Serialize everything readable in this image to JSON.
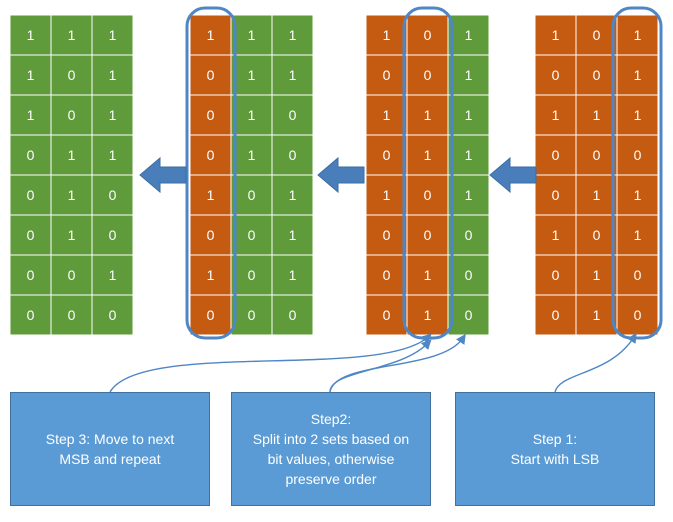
{
  "colors": {
    "green": "#5f9a3b",
    "orange": "#c55a11",
    "outline": "#4f86c6",
    "arrow": "#4a7ebb",
    "box": "#5b9bd5",
    "text": "#ffffff"
  },
  "tables": [
    {
      "id": "table-sorted-result",
      "rows": [
        [
          "1",
          "1",
          "1"
        ],
        [
          "1",
          "0",
          "1"
        ],
        [
          "1",
          "0",
          "1"
        ],
        [
          "0",
          "1",
          "1"
        ],
        [
          "0",
          "1",
          "0"
        ],
        [
          "0",
          "1",
          "0"
        ],
        [
          "0",
          "0",
          "1"
        ],
        [
          "0",
          "0",
          "0"
        ]
      ],
      "colors": [
        [
          "green",
          "green",
          "green"
        ],
        [
          "green",
          "green",
          "green"
        ],
        [
          "green",
          "green",
          "green"
        ],
        [
          "green",
          "green",
          "green"
        ],
        [
          "green",
          "green",
          "green"
        ],
        [
          "green",
          "green",
          "green"
        ],
        [
          "green",
          "green",
          "green"
        ],
        [
          "green",
          "green",
          "green"
        ]
      ]
    },
    {
      "id": "table-after-step-2",
      "rows": [
        [
          "1",
          "1",
          "1"
        ],
        [
          "0",
          "1",
          "1"
        ],
        [
          "0",
          "1",
          "0"
        ],
        [
          "0",
          "1",
          "0"
        ],
        [
          "1",
          "0",
          "1"
        ],
        [
          "0",
          "0",
          "1"
        ],
        [
          "1",
          "0",
          "1"
        ],
        [
          "0",
          "0",
          "0"
        ]
      ],
      "colors": [
        [
          "orange",
          "green",
          "green"
        ],
        [
          "orange",
          "green",
          "green"
        ],
        [
          "orange",
          "green",
          "green"
        ],
        [
          "orange",
          "green",
          "green"
        ],
        [
          "orange",
          "green",
          "green"
        ],
        [
          "orange",
          "green",
          "green"
        ],
        [
          "orange",
          "green",
          "green"
        ],
        [
          "orange",
          "green",
          "green"
        ]
      ]
    },
    {
      "id": "table-after-step-1",
      "rows": [
        [
          "1",
          "0",
          "1"
        ],
        [
          "0",
          "0",
          "1"
        ],
        [
          "1",
          "1",
          "1"
        ],
        [
          "0",
          "1",
          "1"
        ],
        [
          "1",
          "0",
          "1"
        ],
        [
          "0",
          "0",
          "0"
        ],
        [
          "0",
          "1",
          "0"
        ],
        [
          "0",
          "1",
          "0"
        ]
      ],
      "colors": [
        [
          "orange",
          "orange",
          "green"
        ],
        [
          "orange",
          "orange",
          "green"
        ],
        [
          "orange",
          "orange",
          "green"
        ],
        [
          "orange",
          "orange",
          "green"
        ],
        [
          "orange",
          "orange",
          "green"
        ],
        [
          "orange",
          "orange",
          "green"
        ],
        [
          "orange",
          "orange",
          "green"
        ],
        [
          "orange",
          "orange",
          "green"
        ]
      ]
    },
    {
      "id": "table-initial",
      "rows": [
        [
          "1",
          "0",
          "1"
        ],
        [
          "0",
          "0",
          "1"
        ],
        [
          "1",
          "1",
          "1"
        ],
        [
          "0",
          "0",
          "0"
        ],
        [
          "0",
          "1",
          "1"
        ],
        [
          "1",
          "0",
          "1"
        ],
        [
          "0",
          "1",
          "0"
        ],
        [
          "0",
          "1",
          "0"
        ]
      ],
      "colors": [
        [
          "orange",
          "orange",
          "orange"
        ],
        [
          "orange",
          "orange",
          "orange"
        ],
        [
          "orange",
          "orange",
          "orange"
        ],
        [
          "orange",
          "orange",
          "orange"
        ],
        [
          "orange",
          "orange",
          "orange"
        ],
        [
          "orange",
          "orange",
          "orange"
        ],
        [
          "orange",
          "orange",
          "orange"
        ],
        [
          "orange",
          "orange",
          "orange"
        ]
      ]
    }
  ],
  "captions": {
    "step3": [
      "Step 3: Move to next",
      "MSB and repeat"
    ],
    "step2": [
      "Step2:",
      "Split into 2 sets based on",
      "bit values, otherwise",
      "preserve order"
    ],
    "step1": [
      "Step 1:",
      "Start with LSB"
    ]
  }
}
